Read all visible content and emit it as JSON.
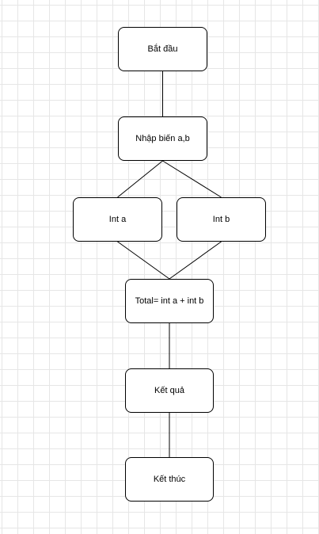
{
  "diagram": {
    "nodes": [
      {
        "id": "start",
        "label": "Bắt đầu"
      },
      {
        "id": "input",
        "label": "Nhập biến a,b"
      },
      {
        "id": "int_a",
        "label": "Int a"
      },
      {
        "id": "int_b",
        "label": "Int b"
      },
      {
        "id": "total",
        "label": "Total= int a + int b"
      },
      {
        "id": "result",
        "label": "Kết quả"
      },
      {
        "id": "end",
        "label": "Kết thúc"
      }
    ],
    "edges": [
      {
        "from": "start",
        "to": "input"
      },
      {
        "from": "input",
        "to": "int_a"
      },
      {
        "from": "input",
        "to": "int_b"
      },
      {
        "from": "int_a",
        "to": "total"
      },
      {
        "from": "int_b",
        "to": "total"
      },
      {
        "from": "total",
        "to": "result"
      },
      {
        "from": "result",
        "to": "end"
      }
    ],
    "colors": {
      "stroke": "#000000",
      "fill": "#ffffff",
      "grid": "#e6e6e6"
    }
  }
}
